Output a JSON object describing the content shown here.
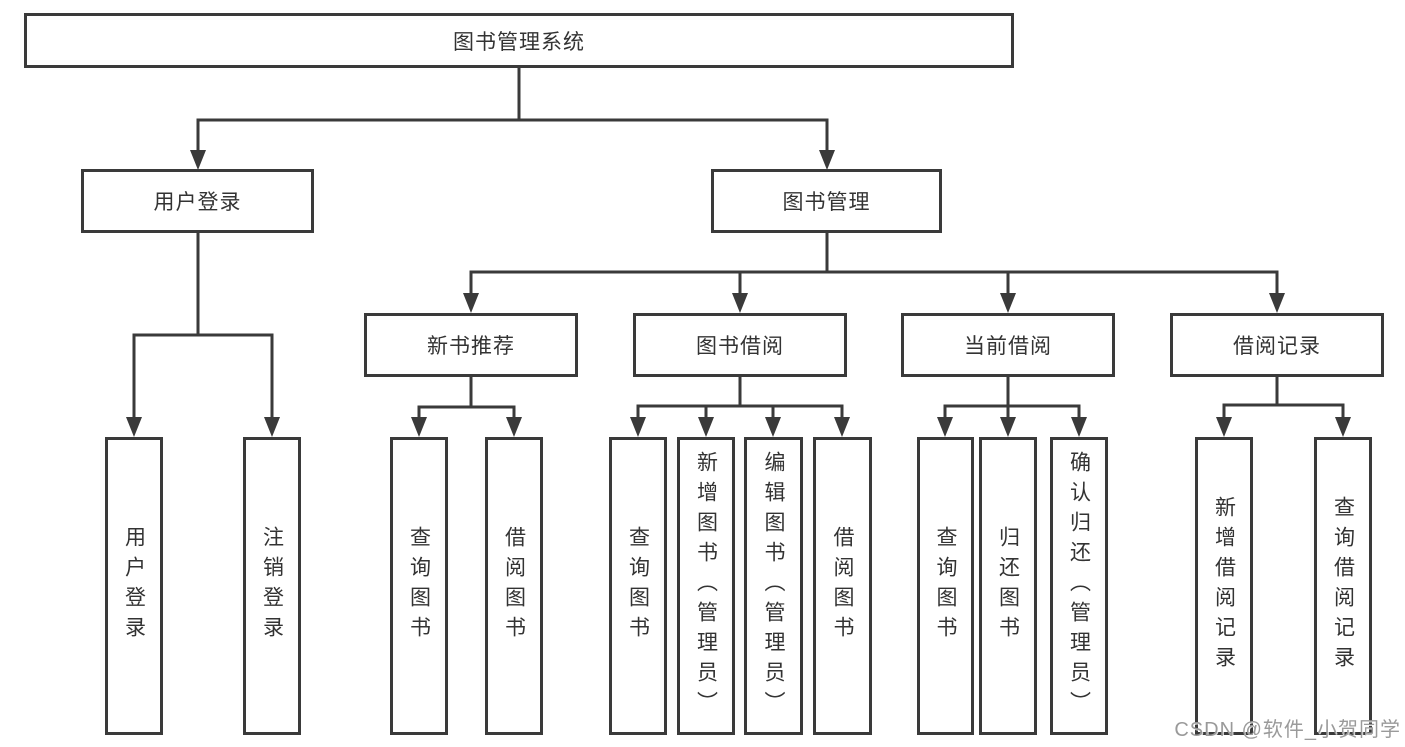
{
  "diagram": {
    "type": "tree",
    "root": {
      "label": "图书管理系统",
      "children": [
        {
          "label": "用户登录",
          "children": [
            {
              "label": "用户登录"
            },
            {
              "label": "注销登录"
            }
          ]
        },
        {
          "label": "图书管理",
          "children": [
            {
              "label": "新书推荐",
              "children": [
                {
                  "label": "查询图书"
                },
                {
                  "label": "借阅图书"
                }
              ]
            },
            {
              "label": "图书借阅",
              "children": [
                {
                  "label": "查询图书"
                },
                {
                  "label": "新增图书（管理员）"
                },
                {
                  "label": "编辑图书（管理员）"
                },
                {
                  "label": "借阅图书"
                }
              ]
            },
            {
              "label": "当前借阅",
              "children": [
                {
                  "label": "查询图书"
                },
                {
                  "label": "归还图书"
                },
                {
                  "label": "确认归还（管理员）"
                }
              ]
            },
            {
              "label": "借阅记录",
              "children": [
                {
                  "label": "新增借阅记录"
                },
                {
                  "label": "查询借阅记录"
                }
              ]
            }
          ]
        }
      ]
    }
  },
  "watermark": {
    "text": "CSDN @软件_小贺同学"
  },
  "colors": {
    "line": "#3a3a3a",
    "text": "#333333",
    "box_background": "#ffffff",
    "page_background": "#ffffff",
    "watermark": "#9a9a9a"
  }
}
